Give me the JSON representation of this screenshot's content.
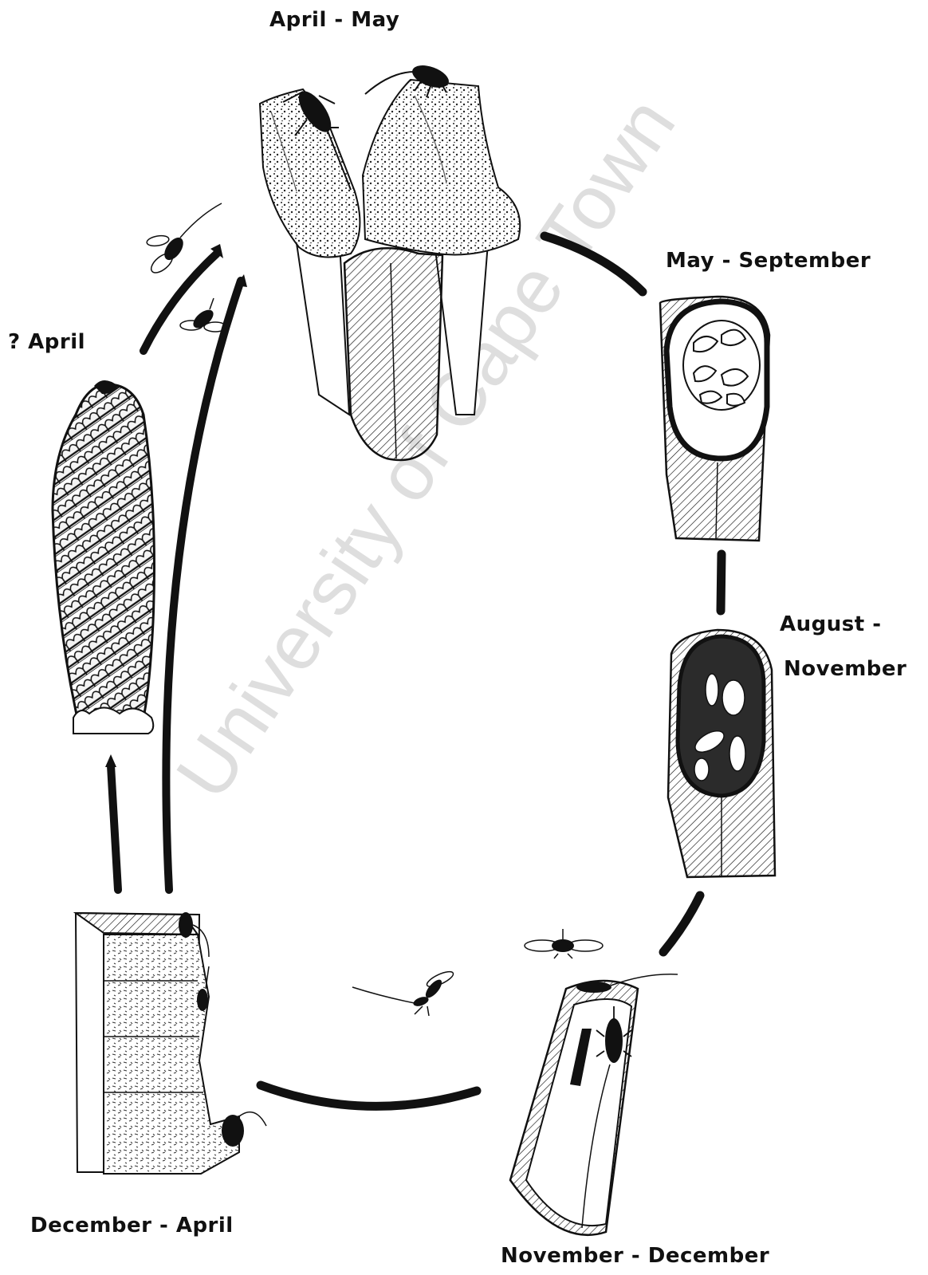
{
  "labels": {
    "april_may": "April - May",
    "may_september": "May - September",
    "april_q": "? April",
    "august": "August -",
    "november": "November",
    "december_april": "December - April",
    "november_december": "November - December"
  },
  "watermark": "University of Cape Town",
  "colors": {
    "ink": "#111111",
    "paper": "#ffffff",
    "watermark": "#d9d9d9",
    "cavity_dark": "#2b2b2b"
  }
}
